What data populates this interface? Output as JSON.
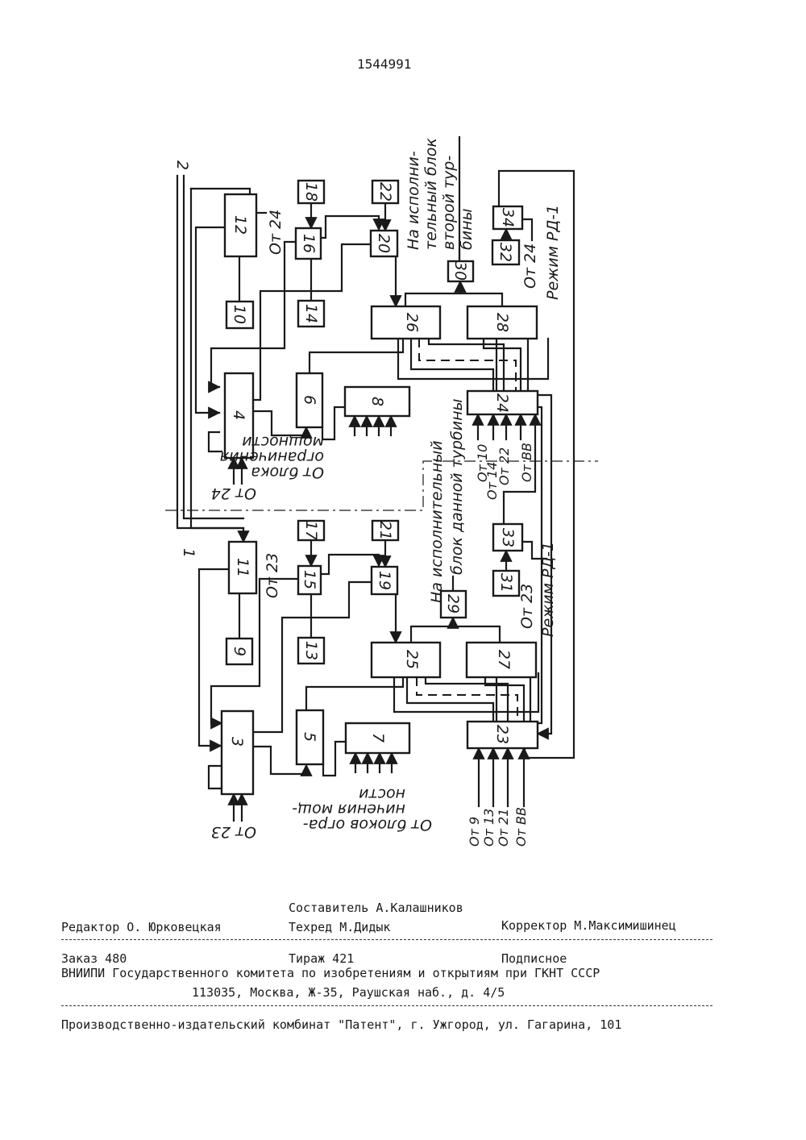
{
  "document": {
    "patent_number": "1544991"
  },
  "diagram": {
    "blocks": {
      "b1": "1",
      "b2": "2",
      "b3": "3",
      "b4": "4",
      "b5": "5",
      "b6": "6",
      "b7": "7",
      "b8": "8",
      "b9": "9",
      "b10": "10",
      "b11": "11",
      "b12": "12",
      "b13": "13",
      "b14": "14",
      "b15": "15",
      "b16": "16",
      "b17": "17",
      "b18": "18",
      "b19": "19",
      "b20": "20",
      "b21": "21",
      "b22": "22",
      "b23": "23",
      "b24": "24",
      "b25": "25",
      "b26": "26",
      "b27": "27",
      "b28": "28",
      "b29": "29",
      "b30": "30",
      "b31": "31",
      "b32": "32",
      "b33": "33",
      "b34": "34"
    },
    "labels": {
      "to_second_turbine_1": "На исполни-",
      "to_second_turbine_2": "тельный блок",
      "to_second_turbine_3": "второй тур-",
      "to_second_turbine_4": "бины",
      "to_this_turbine_1": "На исполнительный",
      "to_this_turbine_2": "блок данной турбины",
      "from_24_top": "От 24",
      "from_24_b32": "От 24",
      "mode_rd1_top": "Режим РД-1",
      "from_23_mid": "От 23",
      "from_23_b31": "От 23",
      "mode_rd1_bottom": "Режим РД-1",
      "power_limit_top_1": "От блока",
      "power_limit_top_2": "ограничения",
      "power_limit_top_3": "мощности",
      "power_limit_bottom_1": "От блоков огра-",
      "power_limit_bottom_2": "ничения мощ-",
      "power_limit_bottom_3": "ности",
      "from_24_block4": "От 24",
      "from_23_block3": "От 23",
      "in24_from10": "От 10",
      "in24_from14": "От 14",
      "in24_from22": "От 22",
      "in24_fromVV": "От ВВ",
      "in23_from9": "От 9",
      "in23_from13": "От 13",
      "in23_from21": "От 21",
      "in23_fromVV": "От ВВ"
    }
  },
  "imprint": {
    "compiler": "Составитель А.Калашников",
    "editor": "Редактор О. Юрковецкая",
    "techred": "Техред М.Дидык",
    "corrector": "Корректор М.Максимишинец",
    "order": "Заказ 480",
    "circulation": "Тираж 421",
    "subscription": "Подписное",
    "org": "ВНИИПИ Государственного комитета по изобретениям и открытиям при ГКНТ СССР",
    "address": "113035, Москва, Ж-35, Раушская наб., д. 4/5",
    "printer": "Производственно-издательский комбинат \"Патент\", г. Ужгород, ул. Гагарина, 101"
  }
}
